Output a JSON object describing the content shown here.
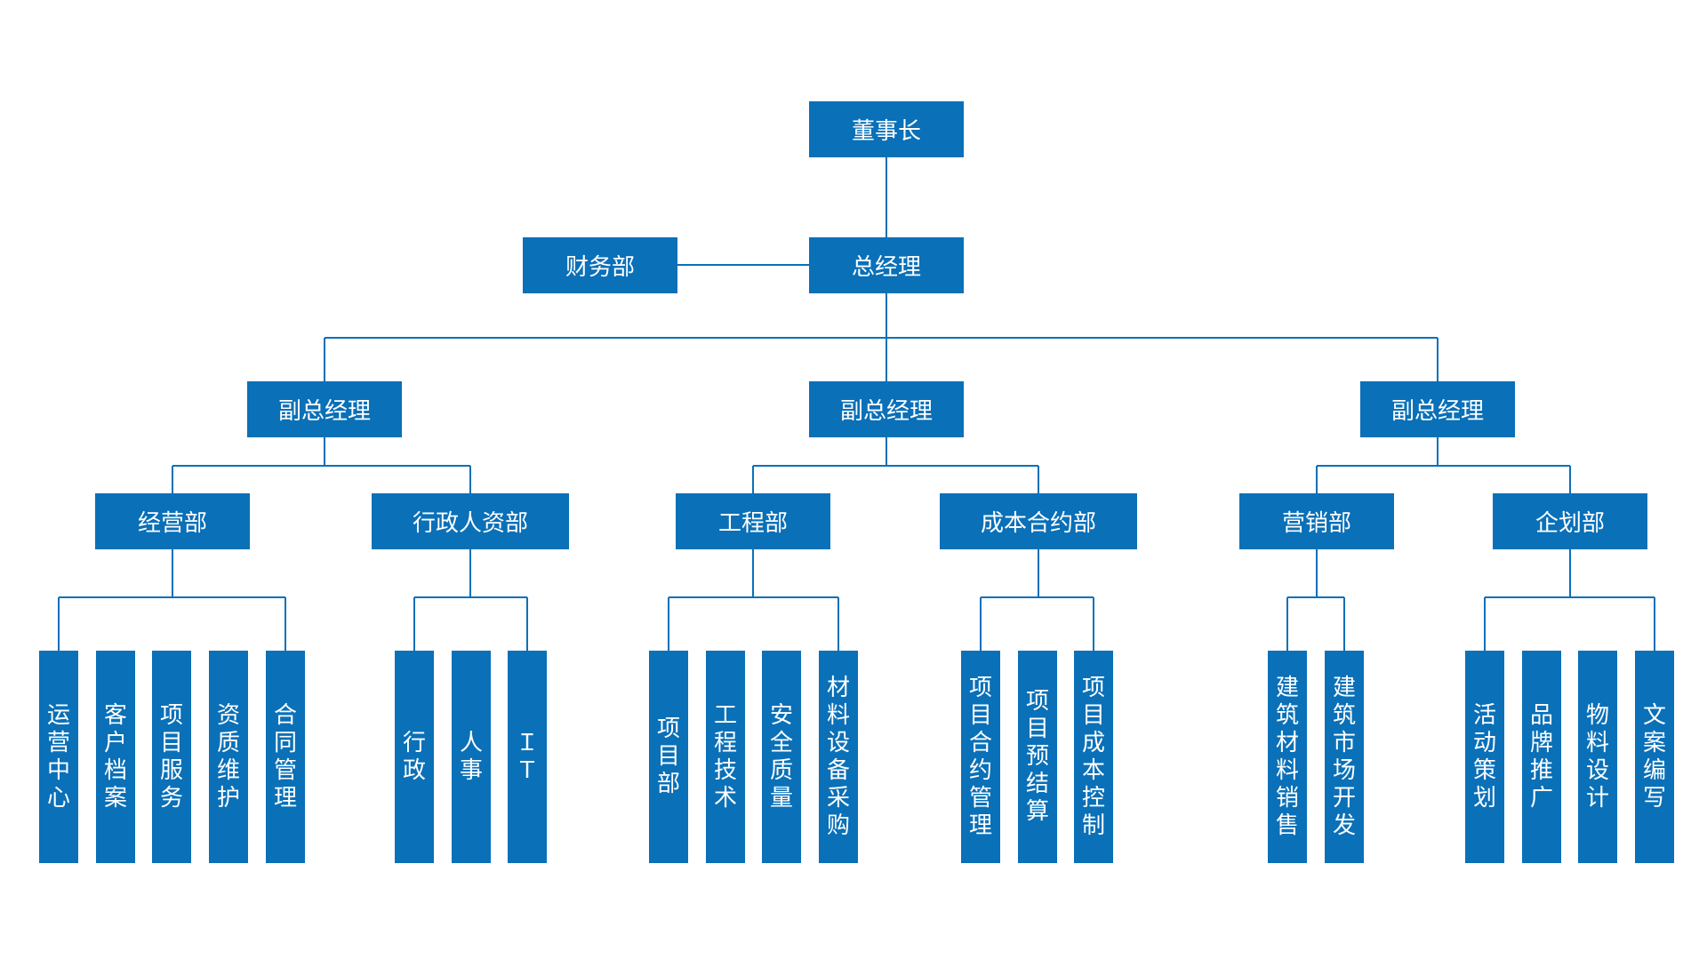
{
  "colors": {
    "box": "#0a70b8",
    "line": "#0a70b8",
    "text": "#ffffff"
  },
  "org": {
    "chairman": "董事长",
    "general_manager": "总经理",
    "finance": "财务部",
    "vp_left": "副总经理",
    "vp_middle": "副总经理",
    "vp_right": "副总经理",
    "departments": {
      "business": "经营部",
      "admin_hr": "行政人资部",
      "engineering": "工程部",
      "cost_contract": "成本合约部",
      "marketing": "营销部",
      "planning": "企划部"
    },
    "teams": {
      "business": [
        "运营中心",
        "客户档案",
        "项目服务",
        "资质维护",
        "合同管理"
      ],
      "admin_hr": [
        "行政",
        "人事",
        "ＩＴ"
      ],
      "engineering": [
        "项目部",
        "工程技术",
        "安全质量",
        "材料设备采购"
      ],
      "cost_contract": [
        "项目合约管理",
        "项目预结算",
        "项目成本控制"
      ],
      "marketing": [
        "建筑材料销售",
        "建筑市场开发"
      ],
      "planning": [
        "活动策划",
        "品牌推广",
        "物料设计",
        "文案编写"
      ]
    }
  }
}
